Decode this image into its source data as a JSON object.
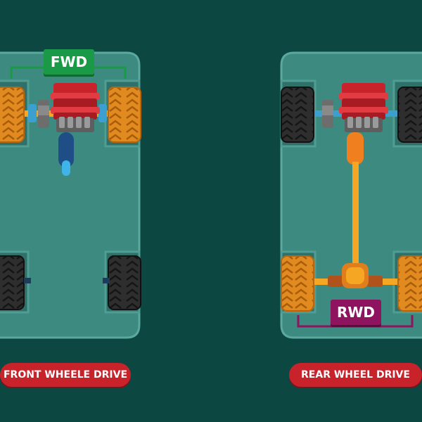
{
  "fwd": {
    "badge": "FWD",
    "caption": "FRONT WHEELE DRIVE",
    "badge_color": "#1a9a46"
  },
  "rwd": {
    "badge": "RWD",
    "caption": "REAR WHEEL DRIVE",
    "badge_color": "#8e1460"
  },
  "colors": {
    "background": "#0d4741",
    "chassis": "#3a857b",
    "drive_wheel": "#e0861d",
    "idle_wheel": "#2b2b2b",
    "engine": "#c8222b",
    "shaft": "#f5a623",
    "caption_pill": "#c8222b"
  },
  "icons": [
    "engine-icon",
    "tire-icon",
    "driveshaft-icon",
    "differential-icon",
    "exhaust-icon"
  ]
}
